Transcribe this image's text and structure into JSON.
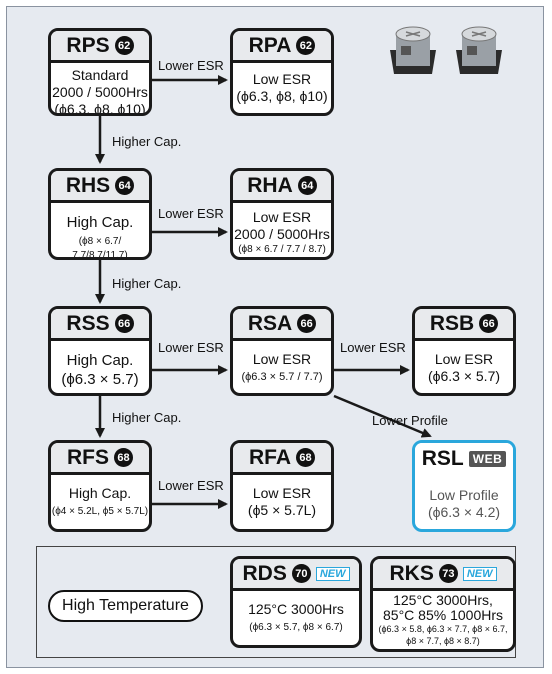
{
  "boxes": {
    "rps": {
      "name": "RPS",
      "badge": "62",
      "lines": [
        "Standard",
        "2000 / 5000Hrs",
        "(ϕ6.3, ϕ8, ϕ10)"
      ]
    },
    "rpa": {
      "name": "RPA",
      "badge": "62",
      "lines": [
        "Low ESR",
        "(ϕ6.3, ϕ8, ϕ10)"
      ]
    },
    "rhs": {
      "name": "RHS",
      "badge": "64",
      "lines": [
        "High Cap.",
        "(ϕ8 × 6.7/ 7.7/8.7/11.7)"
      ]
    },
    "rha": {
      "name": "RHA",
      "badge": "64",
      "lines": [
        "Low ESR",
        "2000 / 5000Hrs",
        "(ϕ8 × 6.7 / 7.7 / 8.7)"
      ]
    },
    "rss": {
      "name": "RSS",
      "badge": "66",
      "lines": [
        "High Cap.",
        "(ϕ6.3 × 5.7)"
      ]
    },
    "rsa": {
      "name": "RSA",
      "badge": "66",
      "lines": [
        "Low ESR",
        "(ϕ6.3 × 5.7 /  7.7)"
      ]
    },
    "rsb": {
      "name": "RSB",
      "badge": "66",
      "lines": [
        "Low ESR",
        "(ϕ6.3 × 5.7)"
      ]
    },
    "rfs": {
      "name": "RFS",
      "badge": "68",
      "lines": [
        "High Cap.",
        "(ϕ4 × 5.2L, ϕ5 × 5.7L)"
      ]
    },
    "rfa": {
      "name": "RFA",
      "badge": "68",
      "lines": [
        "Low ESR",
        "(ϕ5 × 5.7L)"
      ]
    },
    "rsl": {
      "name": "RSL",
      "tag": "WEB",
      "lines": [
        "Low Profile",
        "(ϕ6.3 × 4.2)"
      ]
    },
    "rds": {
      "name": "RDS",
      "badge": "70",
      "tag": "NEW",
      "lines": [
        "125°C 3000Hrs",
        "(ϕ6.3 × 5.7, ϕ8 × 6.7)"
      ]
    },
    "rks": {
      "name": "RKS",
      "badge": "73",
      "tag": "NEW",
      "lines": [
        "125°C 3000Hrs,",
        "85°C 85% 1000Hrs",
        "(ϕ6.3 × 5.8, ϕ6.3 × 7.7, ϕ8 × 6.7,",
        "ϕ8 × 7.7, ϕ8 × 8.7)"
      ]
    }
  },
  "labels": {
    "lower_esr": "Lower ESR",
    "higher_cap": "Higher Cap.",
    "lower_profile": "Lower Profile",
    "high_temperature": "High Temperature"
  },
  "colors": {
    "accent": "#2aa7dc",
    "border": "#1a1a1a",
    "background": "#e6eaf0"
  }
}
